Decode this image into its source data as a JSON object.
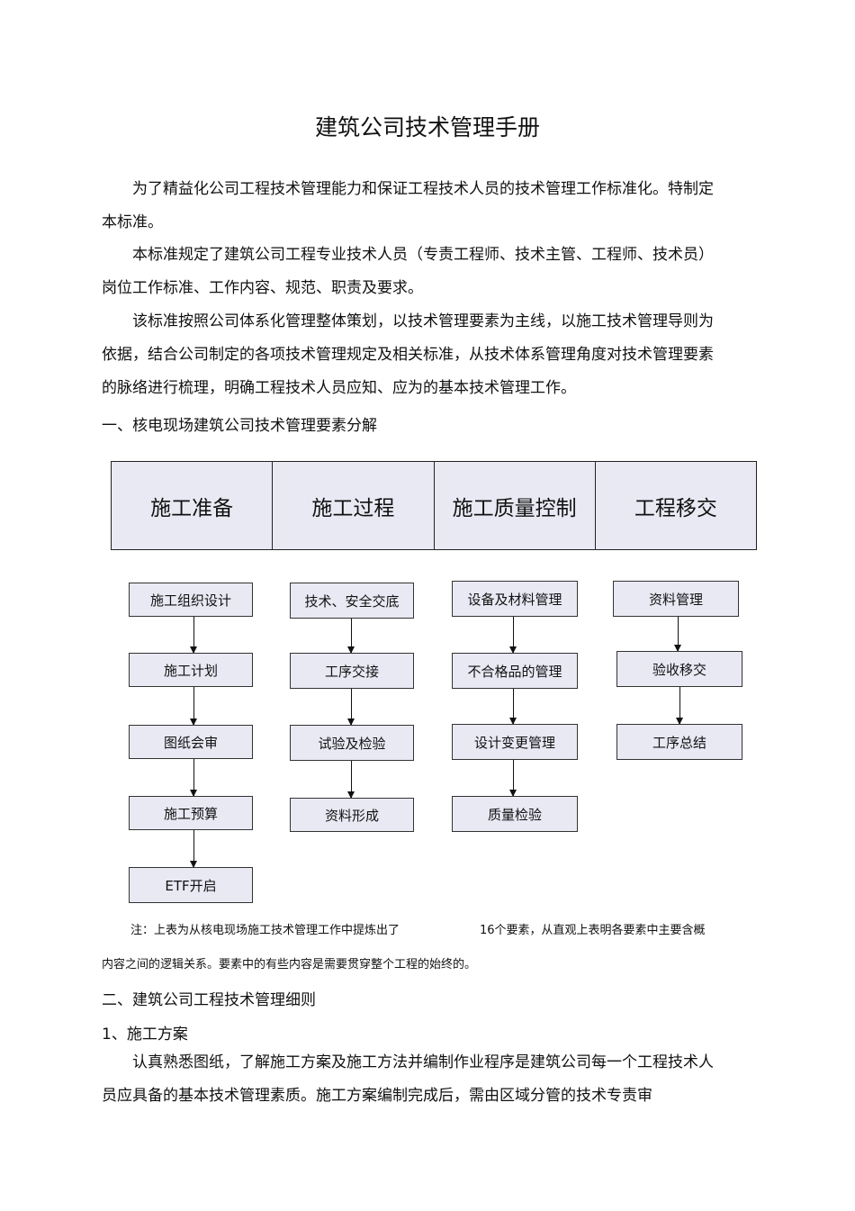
{
  "title": "建筑公司技术管理手册",
  "paragraphs": [
    "为了精益化公司工程技术管理能力和保证工程技术人员的技术管理工作标准化。特制定本标准。",
    "本标准规定了建筑公司工程专业技术人员（专责工程师、技术主管、工程师、技术员）岗位工作标准、工作内容、规范、职责及要求。",
    "该标准按照公司体系化管理整体策划，以技术管理要素为主线，以施工技术管理导则为依据，结合公司制定的各项技术管理规定及相关标准，从技术体系管理角度对技术管理要素的脉络进行梳理，明确工程技术人员应知、应为的基本技术管理工作。"
  ],
  "section1_heading": "一、核电现场建筑公司技术管理要素分解",
  "diagram": {
    "phases": [
      "施工准备",
      "施工过程",
      "施工质量控制",
      "工程移交"
    ],
    "columns": [
      [
        "施工组织设计",
        "施工计划",
        "图纸会审",
        "施工预算",
        "ETF开启"
      ],
      [
        "技术、安全交底",
        "工序交接",
        "试验及检验",
        "资料形成"
      ],
      [
        "设备及材料管理",
        "不合格品的管理",
        "设计变更管理",
        "质量检验"
      ],
      [
        "资料管理",
        "验收移交",
        "工序总结"
      ]
    ]
  },
  "note": {
    "part1": "注：上表为从核电现场施工技术管理工作中提炼出了",
    "part2": "16个要素，从直观上表明各要素中主要含概",
    "part3": "内容之间的逻辑关系。要素中的有些内容是需要贯穿整个工程的始终的。"
  },
  "section2_heading": "二、建筑公司工程技术管理细则",
  "subsection1_heading": "1、施工方案",
  "paragraph4": "认真熟悉图纸，了解施工方案及施工方法并编制作业程序是建筑公司每一个工程技术人员应具备的基本技术管理素质。施工方案编制完成后，需由区域分管的技术专责审"
}
